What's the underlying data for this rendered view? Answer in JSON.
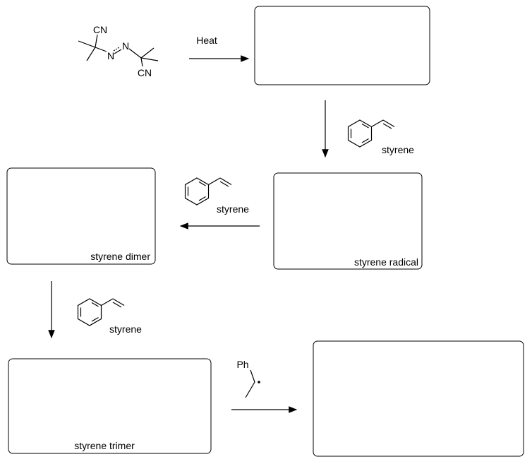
{
  "reactant": {
    "name_atoms": [
      "CN",
      "N",
      "N",
      "CN"
    ]
  },
  "conditions": {
    "heat_label": "Heat"
  },
  "reagents": {
    "styrene_label": "styrene",
    "ph_label": "Ph"
  },
  "boxes": [
    {
      "label": ""
    },
    {
      "label": "styrene radical"
    },
    {
      "label": "styrene dimer"
    },
    {
      "label": "styrene trimer"
    },
    {
      "label": ""
    }
  ]
}
